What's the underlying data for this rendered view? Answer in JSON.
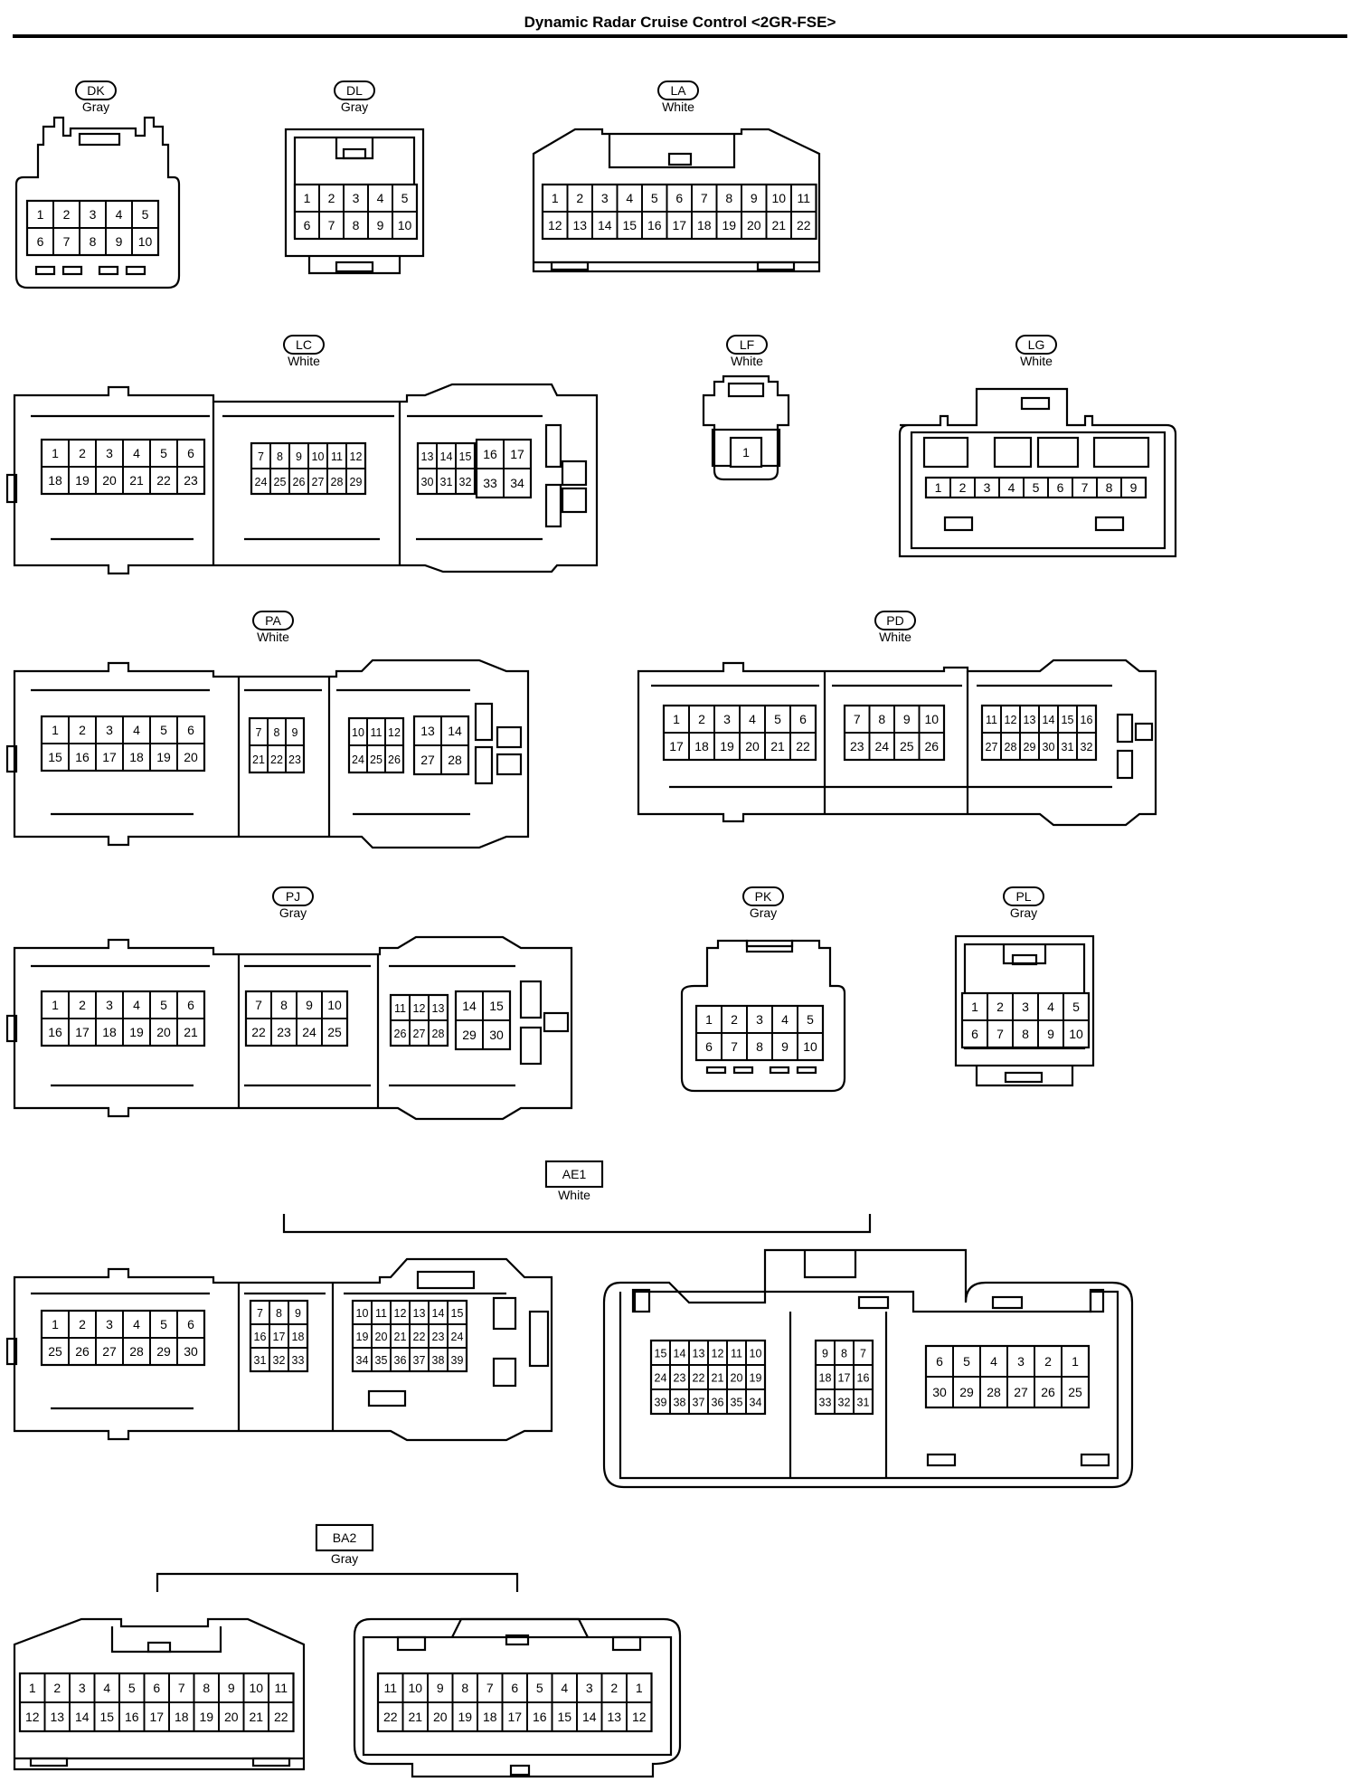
{
  "page": {
    "title": "Dynamic Radar Cruise Control <2GR-FSE>"
  },
  "connectors": [
    {
      "code": "DK",
      "color": "Gray",
      "rows": [
        [
          "1",
          "2",
          "3",
          "4",
          "5"
        ],
        [
          "6",
          "7",
          "8",
          "9",
          "10"
        ]
      ]
    },
    {
      "code": "DL",
      "color": "Gray",
      "rows": [
        [
          "1",
          "2",
          "3",
          "4",
          "5"
        ],
        [
          "6",
          "7",
          "8",
          "9",
          "10"
        ]
      ]
    },
    {
      "code": "LA",
      "color": "White",
      "rows": [
        [
          "1",
          "2",
          "3",
          "4",
          "5",
          "6",
          "7",
          "8",
          "9",
          "10",
          "11"
        ],
        [
          "12",
          "13",
          "14",
          "15",
          "16",
          "17",
          "18",
          "19",
          "20",
          "21",
          "22"
        ]
      ]
    },
    {
      "code": "LC",
      "color": "White",
      "groups": [
        {
          "rows": [
            [
              "1",
              "2",
              "3",
              "4",
              "5",
              "6"
            ],
            [
              "18",
              "19",
              "20",
              "21",
              "22",
              "23"
            ]
          ]
        },
        {
          "rows": [
            [
              "7",
              "8",
              "9",
              "10",
              "11",
              "12"
            ],
            [
              "24",
              "25",
              "26",
              "27",
              "28",
              "29"
            ]
          ]
        },
        {
          "rows": [
            [
              "13",
              "14",
              "15"
            ],
            [
              "30",
              "31",
              "32"
            ]
          ]
        },
        {
          "rows": [
            [
              "16",
              "17"
            ],
            [
              "33",
              "34"
            ]
          ]
        }
      ]
    },
    {
      "code": "LF",
      "color": "White",
      "rows": [
        [
          "1"
        ]
      ]
    },
    {
      "code": "LG",
      "color": "White",
      "rows": [
        [
          "1",
          "2",
          "3",
          "4",
          "5",
          "6",
          "7",
          "8",
          "9"
        ]
      ]
    },
    {
      "code": "PA",
      "color": "White",
      "groups": [
        {
          "rows": [
            [
              "1",
              "2",
              "3",
              "4",
              "5",
              "6"
            ],
            [
              "15",
              "16",
              "17",
              "18",
              "19",
              "20"
            ]
          ]
        },
        {
          "rows": [
            [
              "7",
              "8",
              "9"
            ],
            [
              "21",
              "22",
              "23"
            ]
          ]
        },
        {
          "rows": [
            [
              "10",
              "11",
              "12"
            ],
            [
              "24",
              "25",
              "26"
            ]
          ]
        },
        {
          "rows": [
            [
              "13",
              "14"
            ],
            [
              "27",
              "28"
            ]
          ]
        }
      ]
    },
    {
      "code": "PD",
      "color": "White",
      "groups": [
        {
          "rows": [
            [
              "1",
              "2",
              "3",
              "4",
              "5",
              "6"
            ],
            [
              "17",
              "18",
              "19",
              "20",
              "21",
              "22"
            ]
          ]
        },
        {
          "rows": [
            [
              "7",
              "8",
              "9",
              "10"
            ],
            [
              "23",
              "24",
              "25",
              "26"
            ]
          ]
        },
        {
          "rows": [
            [
              "11",
              "12",
              "13",
              "14",
              "15",
              "16"
            ],
            [
              "27",
              "28",
              "29",
              "30",
              "31",
              "32"
            ]
          ]
        }
      ]
    },
    {
      "code": "PJ",
      "color": "Gray",
      "groups": [
        {
          "rows": [
            [
              "1",
              "2",
              "3",
              "4",
              "5",
              "6"
            ],
            [
              "16",
              "17",
              "18",
              "19",
              "20",
              "21"
            ]
          ]
        },
        {
          "rows": [
            [
              "7",
              "8",
              "9",
              "10"
            ],
            [
              "22",
              "23",
              "24",
              "25"
            ]
          ]
        },
        {
          "rows": [
            [
              "11",
              "12",
              "13"
            ],
            [
              "26",
              "27",
              "28"
            ]
          ]
        },
        {
          "rows": [
            [
              "14",
              "15"
            ],
            [
              "29",
              "30"
            ]
          ]
        }
      ]
    },
    {
      "code": "PK",
      "color": "Gray",
      "rows": [
        [
          "1",
          "2",
          "3",
          "4",
          "5"
        ],
        [
          "6",
          "7",
          "8",
          "9",
          "10"
        ]
      ]
    },
    {
      "code": "PL",
      "color": "Gray",
      "rows": [
        [
          "1",
          "2",
          "3",
          "4",
          "5"
        ],
        [
          "6",
          "7",
          "8",
          "9",
          "10"
        ]
      ]
    },
    {
      "code": "AE1",
      "color": "White",
      "groups": [
        {
          "rows": [
            [
              "1",
              "2",
              "3",
              "4",
              "5",
              "6"
            ],
            [
              "25",
              "26",
              "27",
              "28",
              "29",
              "30"
            ]
          ]
        },
        {
          "rows": [
            [
              "7",
              "8",
              "9"
            ],
            [
              "16",
              "17",
              "18"
            ],
            [
              "31",
              "32",
              "33"
            ]
          ]
        },
        {
          "rows": [
            [
              "10",
              "11",
              "12",
              "13",
              "14",
              "15"
            ],
            [
              "19",
              "20",
              "21",
              "22",
              "23",
              "24"
            ],
            [
              "34",
              "35",
              "36",
              "37",
              "38",
              "39"
            ]
          ]
        },
        {
          "rows": [
            [
              "15",
              "14",
              "13",
              "12",
              "11",
              "10"
            ],
            [
              "24",
              "23",
              "22",
              "21",
              "20",
              "19"
            ],
            [
              "39",
              "38",
              "37",
              "36",
              "35",
              "34"
            ]
          ]
        },
        {
          "rows": [
            [
              "9",
              "8",
              "7"
            ],
            [
              "18",
              "17",
              "16"
            ],
            [
              "33",
              "32",
              "31"
            ]
          ]
        },
        {
          "rows": [
            [
              "6",
              "5",
              "4",
              "3",
              "2",
              "1"
            ],
            [
              "30",
              "29",
              "28",
              "27",
              "26",
              "25"
            ]
          ]
        }
      ]
    },
    {
      "code": "BA2",
      "color": "Gray",
      "groups": [
        {
          "rows": [
            [
              "1",
              "2",
              "3",
              "4",
              "5",
              "6",
              "7",
              "8",
              "9",
              "10",
              "11"
            ],
            [
              "12",
              "13",
              "14",
              "15",
              "16",
              "17",
              "18",
              "19",
              "20",
              "21",
              "22"
            ]
          ]
        },
        {
          "rows": [
            [
              "11",
              "10",
              "9",
              "8",
              "7",
              "6",
              "5",
              "4",
              "3",
              "2",
              "1"
            ],
            [
              "22",
              "21",
              "20",
              "19",
              "18",
              "17",
              "16",
              "15",
              "14",
              "13",
              "12"
            ]
          ]
        }
      ]
    }
  ]
}
